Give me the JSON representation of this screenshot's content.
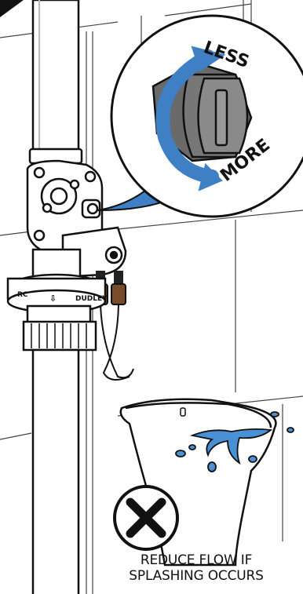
{
  "dial": {
    "less_label": "LESS",
    "more_label": "MORE"
  },
  "valve": {
    "brand_label": "DUDLEY",
    "left_marking": "RC"
  },
  "caption": {
    "line1": "REDUCE FLOW IF",
    "line2": "SPLASHING OCCURS"
  },
  "colors": {
    "arrow_blue": "#3f7fc4",
    "splash_blue": "#4a90d4",
    "outline": "#111111"
  }
}
